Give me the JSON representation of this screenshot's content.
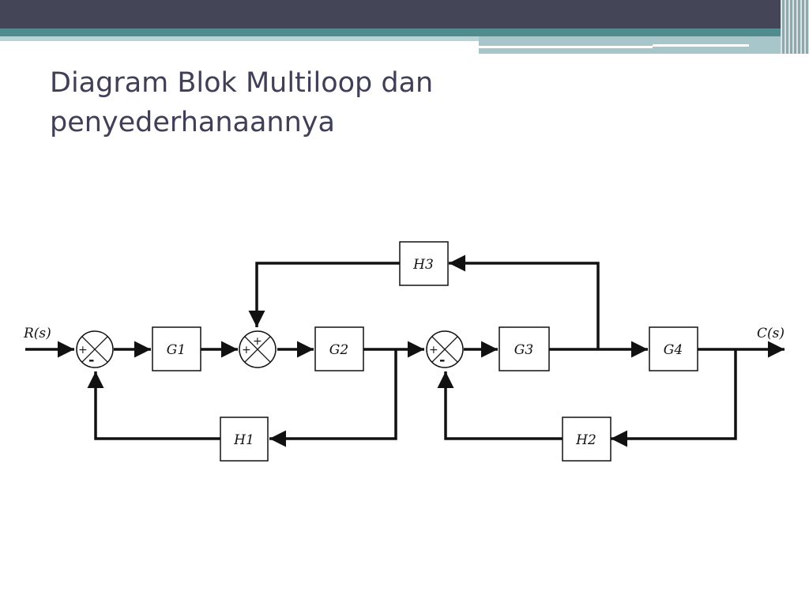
{
  "slide": {
    "title": "Diagram Blok Multiloop dan\npenyederhanaannya"
  },
  "colors": {
    "header_dark": "#444556",
    "header_teal": "#4f8b8f",
    "header_light": "#a7c6c9",
    "title_text": "#3f4057",
    "diagram_line": "#111111"
  },
  "diagram": {
    "input_label": "R(s)",
    "output_label": "C(s)",
    "blocks": {
      "g1": "G1",
      "g2": "G2",
      "g3": "G3",
      "g4": "G4",
      "h1": "H1",
      "h2": "H2",
      "h3": "H3"
    },
    "summing_junctions": {
      "s1": {
        "input_sign": "+",
        "feedback_sign": "-"
      },
      "s2": {
        "input_sign": "+",
        "feedback_sign": "+"
      },
      "s3": {
        "input_sign": "+",
        "feedback_sign": "-"
      }
    }
  }
}
